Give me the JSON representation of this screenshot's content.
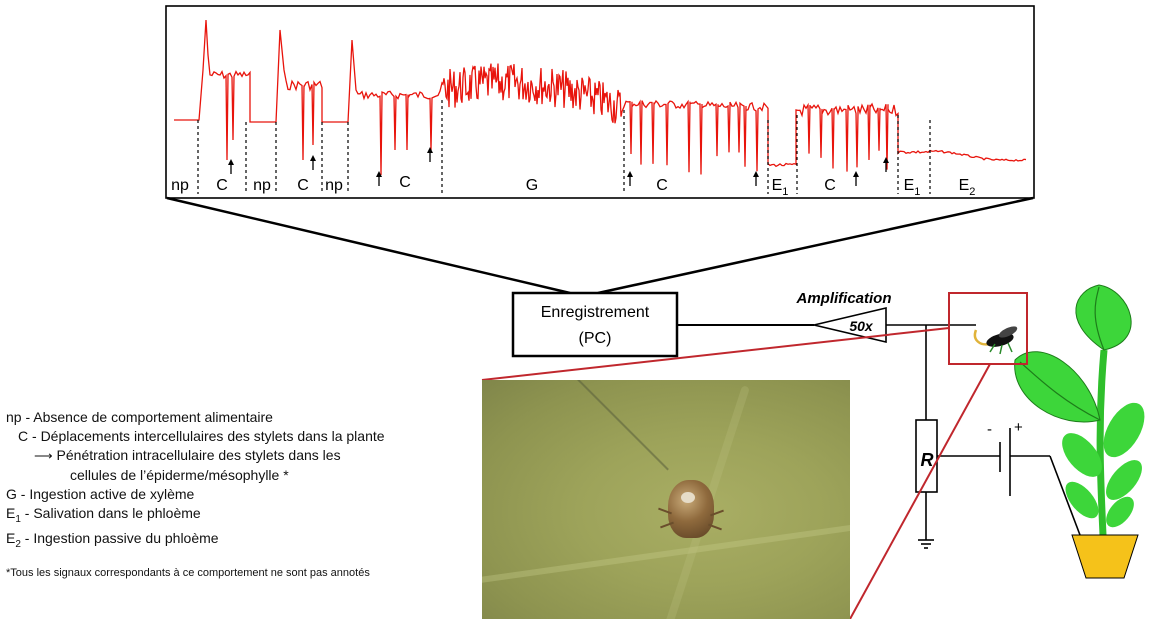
{
  "recording_box": {
    "label_line1": "Enregistrement",
    "label_line2": "(PC)"
  },
  "amplification": {
    "title": "Amplification",
    "gain": "50x"
  },
  "resistor": {
    "label": "R"
  },
  "battery": {
    "minus": "-",
    "plus": "+"
  },
  "trace_labels": [
    {
      "main": "np",
      "sub": ""
    },
    {
      "main": "C",
      "sub": ""
    },
    {
      "main": "np",
      "sub": ""
    },
    {
      "main": "C",
      "sub": ""
    },
    {
      "main": "np",
      "sub": ""
    },
    {
      "main": "C",
      "sub": ""
    },
    {
      "main": "G",
      "sub": ""
    },
    {
      "main": "C",
      "sub": ""
    },
    {
      "main": "E",
      "sub": "1"
    },
    {
      "main": "C",
      "sub": ""
    },
    {
      "main": "E",
      "sub": "1"
    },
    {
      "main": "E",
      "sub": "2"
    }
  ],
  "legend": [
    {
      "code": "np",
      "sub": "",
      "text": "- Absence de comportement alimentaire"
    },
    {
      "code": "C",
      "sub": "",
      "text": "- Déplacements intercellulaires des stylets dans la plante"
    },
    {
      "code": "",
      "sub": "",
      "text": "Pénétration intracellulaire des stylets dans les"
    },
    {
      "code": "",
      "sub": "",
      "text": "cellules de l’épiderme/mésophylle *"
    },
    {
      "code": "G",
      "sub": "",
      "text": "- Ingestion active de xylème"
    },
    {
      "code": "E",
      "sub": "1",
      "text": "- Salivation dans le phloème"
    },
    {
      "code": "E",
      "sub": "2",
      "text": "- Ingestion passive du phloème"
    }
  ],
  "footnote": "*Tous les signaux correspondants à ce comportement ne sont pas annotés",
  "colors": {
    "trace": "#e8140c",
    "zoom_box": "#c0272d",
    "leaf": "#3dd63a",
    "pot": "#f5c21a"
  }
}
